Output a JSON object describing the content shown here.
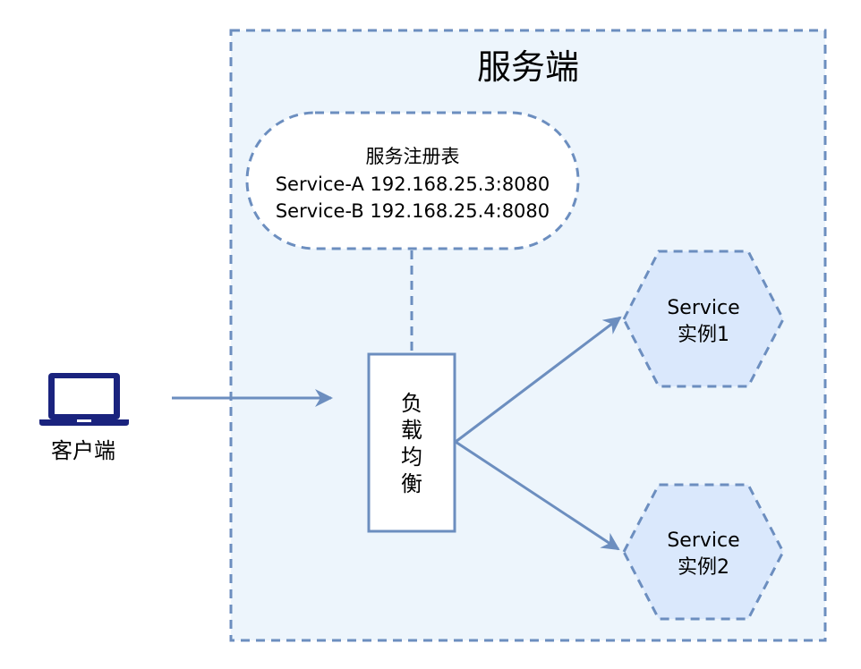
{
  "server": {
    "title": "服务端"
  },
  "registry": {
    "title": "服务注册表",
    "entries": [
      "Service-A 192.168.25.3:8080",
      "Service-B 192.168.25.4:8080"
    ]
  },
  "client": {
    "label": "客户端",
    "icon": "laptop-icon"
  },
  "load_balancer": {
    "chars": [
      "负",
      "载",
      "均",
      "衡"
    ]
  },
  "instances": [
    {
      "line1": "Service",
      "line2": "实例1"
    },
    {
      "line1": "Service",
      "line2": "实例2"
    }
  ],
  "colors": {
    "dashed_border": "#6c8ebf",
    "server_fill": "#edf5fc",
    "hexagon_fill": "#dae8fc",
    "arrow": "#6c8ebf",
    "laptop": "#1a237e"
  }
}
